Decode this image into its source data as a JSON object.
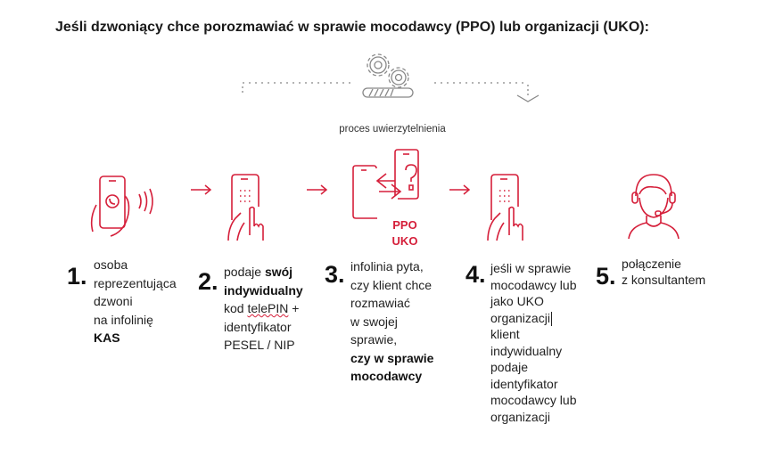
{
  "title": "Jeśli dzwoniący chce porozmawiać w sprawie mocodawcy (PPO) lub organizacji (UKO):",
  "process_label": "proces uwierzytelnienia",
  "icon_labels": {
    "ppo": "PPO",
    "uko": "UKO"
  },
  "colors": {
    "accent": "#d51f3a",
    "gray": "#888888"
  },
  "steps": [
    {
      "num": "1.",
      "lines": [
        "osoba",
        "reprezentująca",
        "dzwoni",
        "na infolinię"
      ],
      "bold": "KAS"
    },
    {
      "num": "2.",
      "l1a": "podaje ",
      "l1b": "swój",
      "l2": "indywidualny",
      "l3a": "kod ",
      "l3b": "telePIN",
      "l3c": " +",
      "l4": "identyfikator",
      "l5": "PESEL / NIP"
    },
    {
      "num": "3.",
      "lines": [
        "infolinia pyta,",
        "czy klient chce",
        "rozmawiać",
        "w swojej",
        "sprawie,"
      ],
      "bold1": "czy w sprawie",
      "bold2": "mocodawcy"
    },
    {
      "num": "4.",
      "lines": [
        "jeśli w sprawie",
        "mocodawcy lub",
        "jako UKO",
        "organizacji",
        "klient",
        "indywidualny",
        "podaje",
        "identyfikator",
        "mocodawcy lub",
        "organizacji"
      ]
    },
    {
      "num": "5.",
      "lines": [
        "połączenie",
        "z konsultantem"
      ]
    }
  ]
}
